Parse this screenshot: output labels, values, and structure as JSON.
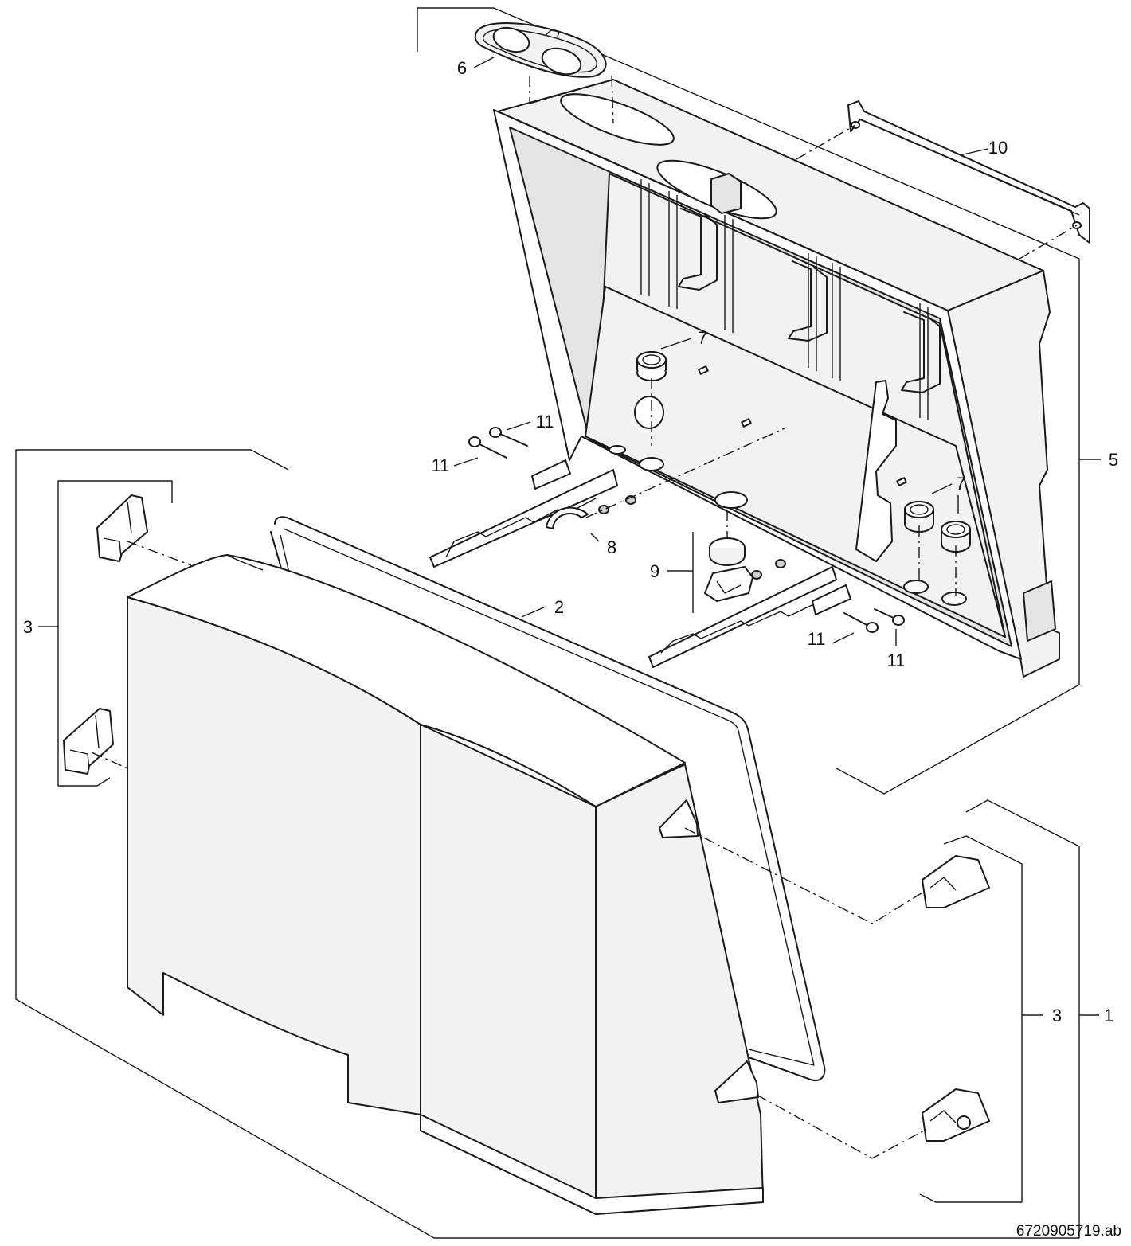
{
  "labels": {
    "l1": "1",
    "l2": "2",
    "l3a": "3",
    "l3b": "3",
    "l5": "5",
    "l6": "6",
    "l7a": "7",
    "l7b": "7",
    "l8": "8",
    "l9": "9",
    "l10": "10",
    "l11a": "11",
    "l11b": "11",
    "l11c": "11",
    "l11d": "11"
  },
  "drawing_code": "6720905719.ab"
}
